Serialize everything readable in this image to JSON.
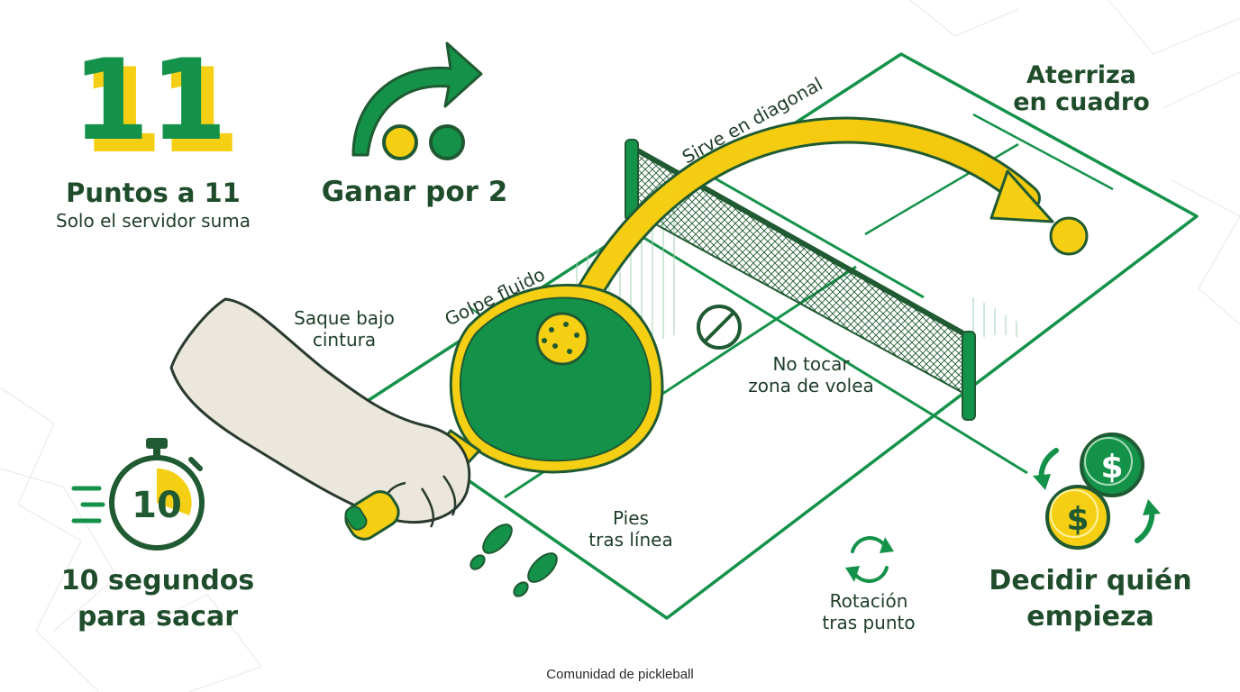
{
  "scoring": {
    "number": "11",
    "title": "Puntos a 11",
    "subtitle": "Solo el servidor suma"
  },
  "win_by": {
    "title": "Ganar por 2"
  },
  "serve": {
    "diagonal": "Sirve en diagonal",
    "lands_line1": "Aterriza",
    "lands_line2": "en cuadro",
    "stroke": "Golpe fluido",
    "underhand_line1": "Saque bajo",
    "underhand_line2": "cintura"
  },
  "kitchen": {
    "line1": "No tocar",
    "line2": "zona de volea"
  },
  "feet": {
    "line1": "Pies",
    "line2": "tras línea"
  },
  "rotation": {
    "line1": "Rotación",
    "line2": "tras punto"
  },
  "timer": {
    "number": "10",
    "line1": "10 segundos",
    "line2": "para sacar"
  },
  "coin_toss": {
    "symbol": "$",
    "line1": "Decidir quién",
    "line2": "empieza"
  },
  "footer": {
    "source": "Comunidad de pickleball"
  },
  "colors": {
    "green": "#14924a",
    "dark_green": "#1f5a32",
    "yellow": "#f5cf14",
    "skin": "#ebe7dc"
  }
}
